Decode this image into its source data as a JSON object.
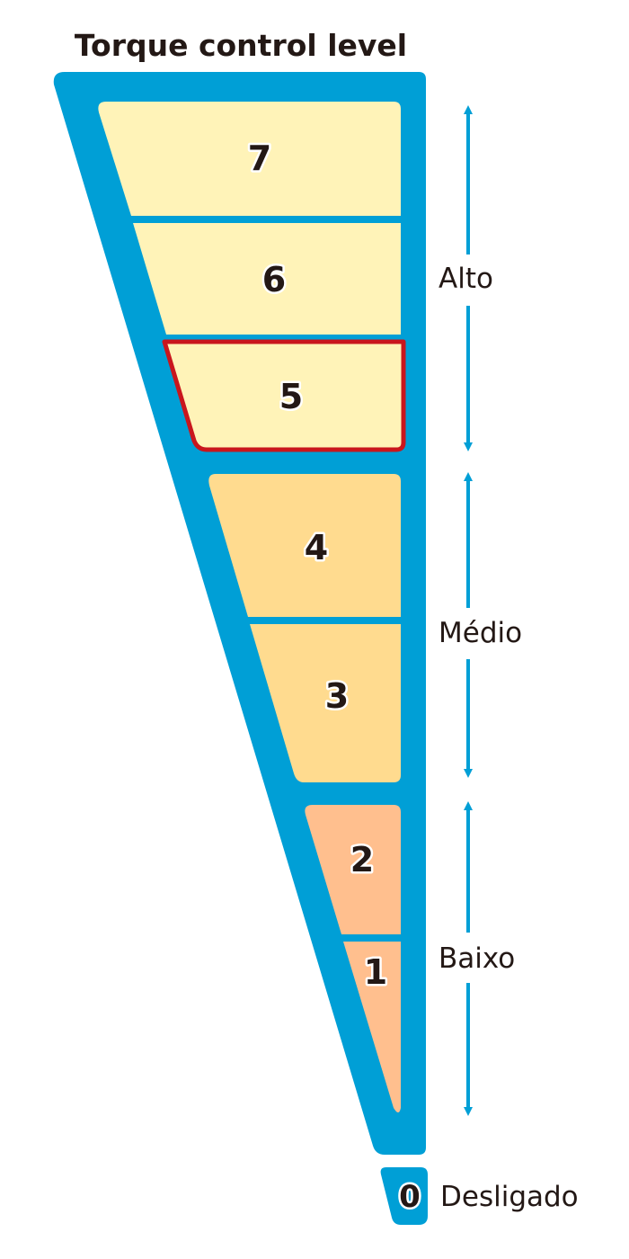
{
  "title": "Torque control level",
  "colors": {
    "frame": "#009fd6",
    "high": "#fff3b8",
    "medium": "#ffdb8f",
    "low": "#ffbf8e",
    "selected_outline": "#c9161d",
    "arrow": "#009fd6"
  },
  "levels": [
    {
      "number": "7",
      "group": "high"
    },
    {
      "number": "6",
      "group": "high"
    },
    {
      "number": "5",
      "group": "high",
      "selected": true
    },
    {
      "number": "4",
      "group": "medium"
    },
    {
      "number": "3",
      "group": "medium"
    },
    {
      "number": "2",
      "group": "low"
    },
    {
      "number": "1",
      "group": "low"
    }
  ],
  "groups": {
    "high": {
      "label": "Alto"
    },
    "medium": {
      "label": "Médio"
    },
    "low": {
      "label": "Baixo"
    }
  },
  "off": {
    "number": "0",
    "label": "Desligado"
  }
}
